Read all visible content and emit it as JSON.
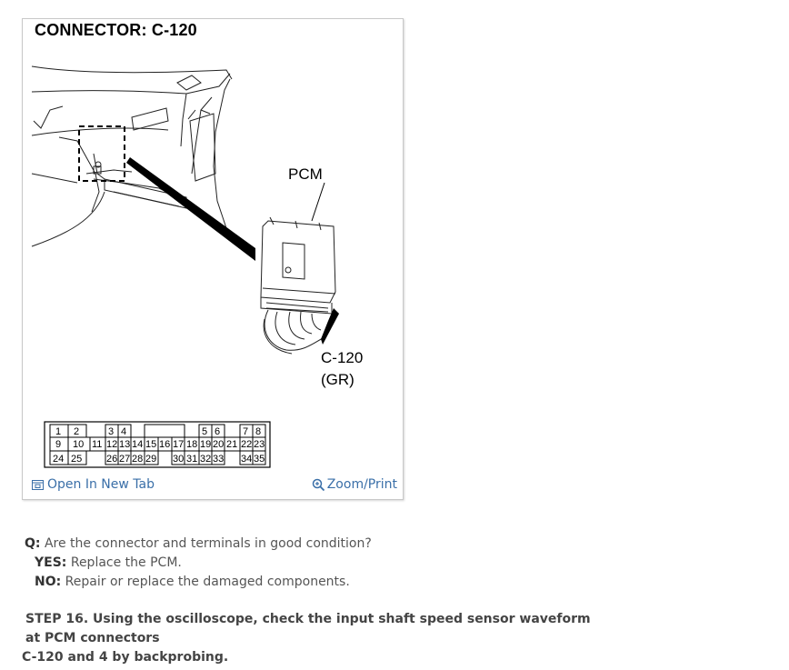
{
  "figure": {
    "title": "CONNECTOR: C-120",
    "pcm_label": "PCM",
    "connector_label": "C-120",
    "connector_color": "(GR)",
    "pins": {
      "row1": [
        "1",
        "2",
        "3",
        "4",
        "5",
        "6",
        "7",
        "8"
      ],
      "row2": [
        "9",
        "10",
        "11",
        "12",
        "13",
        "14",
        "15",
        "16",
        "17",
        "18",
        "19",
        "20",
        "21",
        "22",
        "23"
      ],
      "row3": [
        "24",
        "25",
        "26",
        "27",
        "28",
        "29",
        "30",
        "31",
        "32",
        "33",
        "34",
        "35"
      ]
    },
    "open_tab_label": "Open In New Tab",
    "zoom_print_label": "Zoom/Print",
    "link_color": "#3a6fa8"
  },
  "qa": {
    "q_prefix": "Q:",
    "question": " Are the connector and terminals in good condition?",
    "yes_prefix": "YES:",
    "yes_text": " Replace the PCM.",
    "no_prefix": "NO:",
    "no_text": " Repair or replace the damaged components."
  },
  "step": {
    "line1": "STEP 16. Using the oscilloscope, check the input shaft speed sensor waveform at PCM connectors",
    "line2": "C-120 and 4 by backprobing."
  }
}
